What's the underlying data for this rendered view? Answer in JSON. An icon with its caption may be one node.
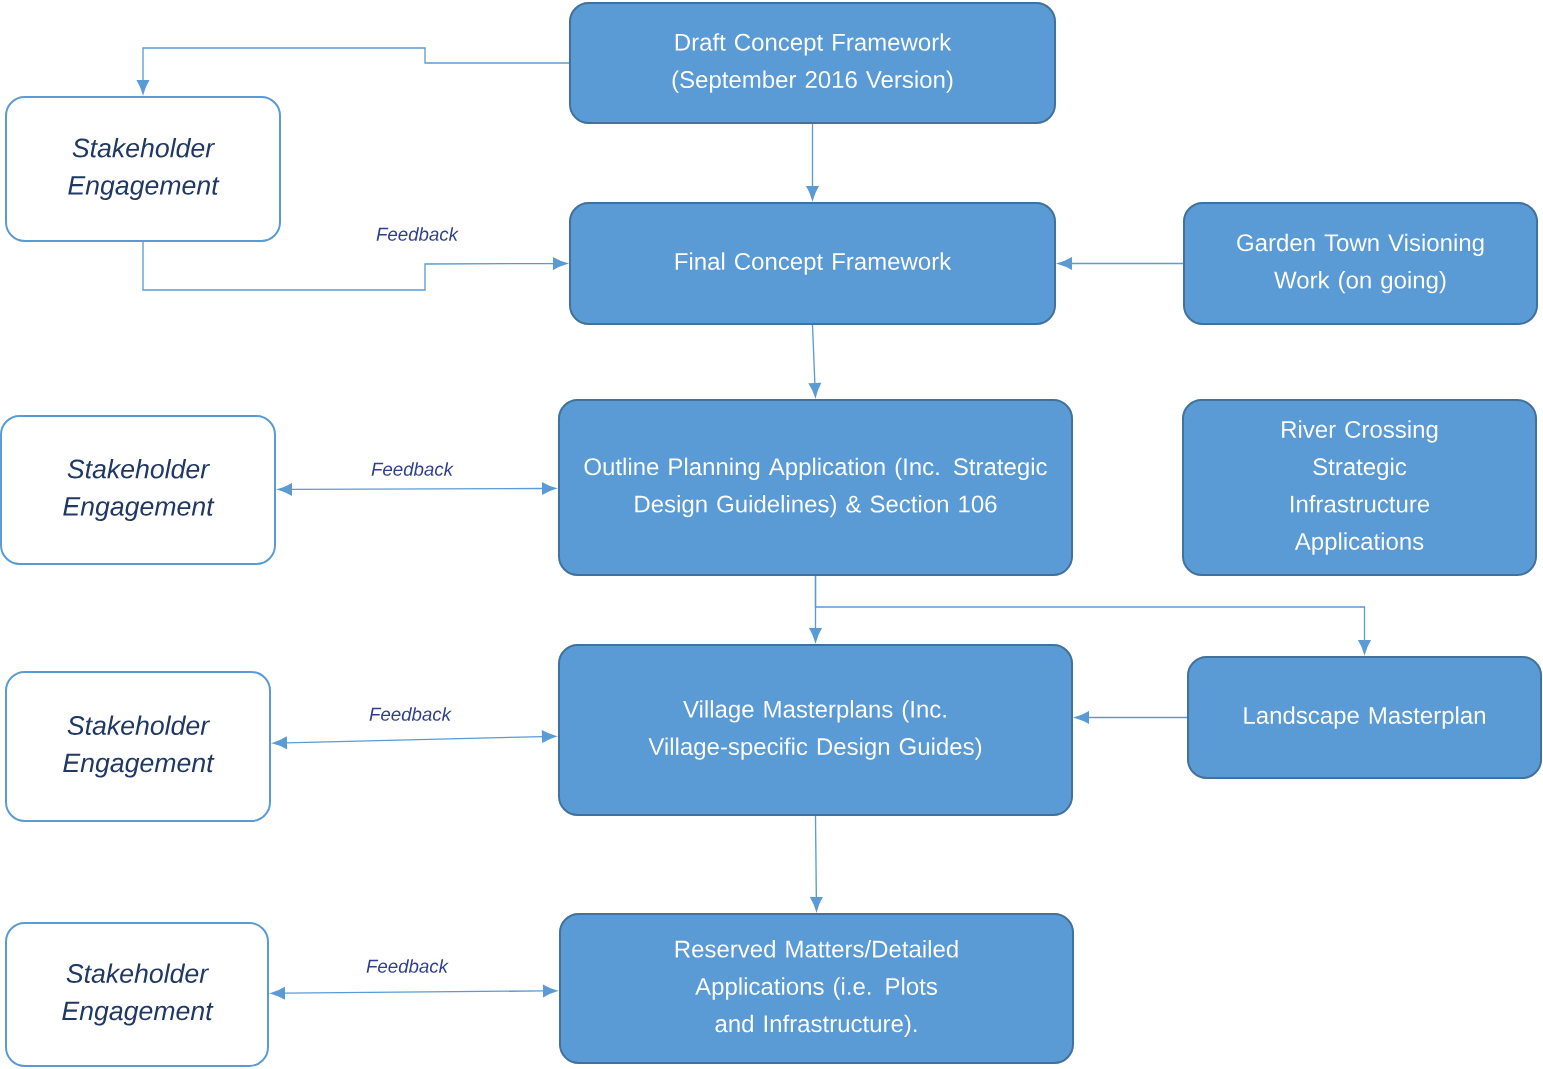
{
  "diagram": {
    "nodes": [
      {
        "text": [
          "Draft Concept Framework (September 2016 Version)"
        ]
      },
      {
        "text": [
          "Stakeholder Engagement"
        ]
      },
      {
        "text": [
          "Final Concept Framework"
        ]
      },
      {
        "text": [
          "Garden Town Visioning Work (on going)"
        ]
      },
      {
        "text": [
          "Stakeholder Engagement"
        ]
      },
      {
        "text": [
          "Outline Planning Application (Inc. Strategic Design Guidelines) & Section 106"
        ]
      },
      {
        "text": [
          "River Crossing Strategic Infrastructure Applications"
        ]
      },
      {
        "text": [
          "Stakeholder Engagement"
        ]
      },
      {
        "text": [
          "Village Masterplans (Inc. Village-specific Design Guides)"
        ]
      },
      {
        "text": [
          "Landscape Masterplan"
        ]
      },
      {
        "text": [
          "Stakeholder Engagement"
        ]
      },
      {
        "text": [
          "Reserved Matters/Detailed Applications (i.e. Plots and Infrastructure)."
        ]
      }
    ],
    "edges": [
      {
        "from": 0,
        "to": 1,
        "arrow": "to"
      },
      {
        "from": 1,
        "to": 2,
        "arrow": "to",
        "label": "Feedback"
      },
      {
        "from": 0,
        "to": 2,
        "arrow": "to"
      },
      {
        "from": 3,
        "to": 2,
        "arrow": "to"
      },
      {
        "from": 2,
        "to": 5,
        "arrow": "to"
      },
      {
        "from": 4,
        "to": 5,
        "arrow": "both",
        "label": "Feedback"
      },
      {
        "from": 5,
        "to": 8,
        "arrow": "to"
      },
      {
        "from": 5,
        "to": 9,
        "arrow": "to"
      },
      {
        "from": 9,
        "to": 8,
        "arrow": "to"
      },
      {
        "from": 7,
        "to": 8,
        "arrow": "both",
        "label": "Feedback"
      },
      {
        "from": 8,
        "to": 11,
        "arrow": "to"
      },
      {
        "from": 10,
        "to": 11,
        "arrow": "both",
        "label": "Feedback"
      }
    ]
  }
}
